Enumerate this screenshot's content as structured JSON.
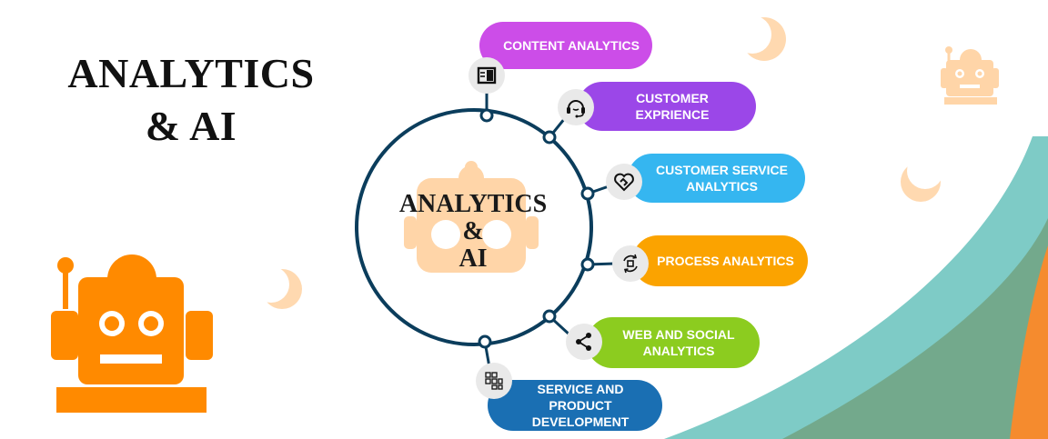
{
  "title": {
    "line1": "ANALYTICS",
    "line2": "& AI"
  },
  "center": {
    "line1": "ANALYTICS",
    "line2": "&",
    "line3": "AI"
  },
  "colors": {
    "ring": "#0b3d5c",
    "robot_orange": "#ff8a00",
    "robot_light": "#ffd5a8",
    "moon": "#ffd9b0",
    "teal": "#7ecbc6",
    "green": "#73a98c",
    "orange_wave": "#f58b2e"
  },
  "items": [
    {
      "label": "CONTENT ANALYTICS",
      "color": "#cc4de8",
      "icon": "book-icon"
    },
    {
      "label": "CUSTOMER EXPRIENCE",
      "color": "#9b47e8",
      "icon": "headset-icon"
    },
    {
      "label": "CUSTOMER SERVICE ANALYTICS",
      "line1": "CUSTOMER SERVICE",
      "line2": "ANALYTICS",
      "color": "#35b6f0",
      "icon": "heart-handshake-icon"
    },
    {
      "label": "PROCESS ANALYTICS",
      "color": "#fba300",
      "icon": "process-cycle-icon"
    },
    {
      "label": "WEB AND SOCIAL ANALYTICS",
      "line1": "WEB AND SOCIAL",
      "line2": "ANALYTICS",
      "color": "#8ccc1f",
      "icon": "share-icon"
    },
    {
      "label": "SERVICE AND PRODUCT DEVELOPMENT",
      "line1": "SERVICE AND PRODUCT",
      "line2": "DEVELOPMENT",
      "color": "#1a6fb3",
      "icon": "grid-icon"
    }
  ]
}
